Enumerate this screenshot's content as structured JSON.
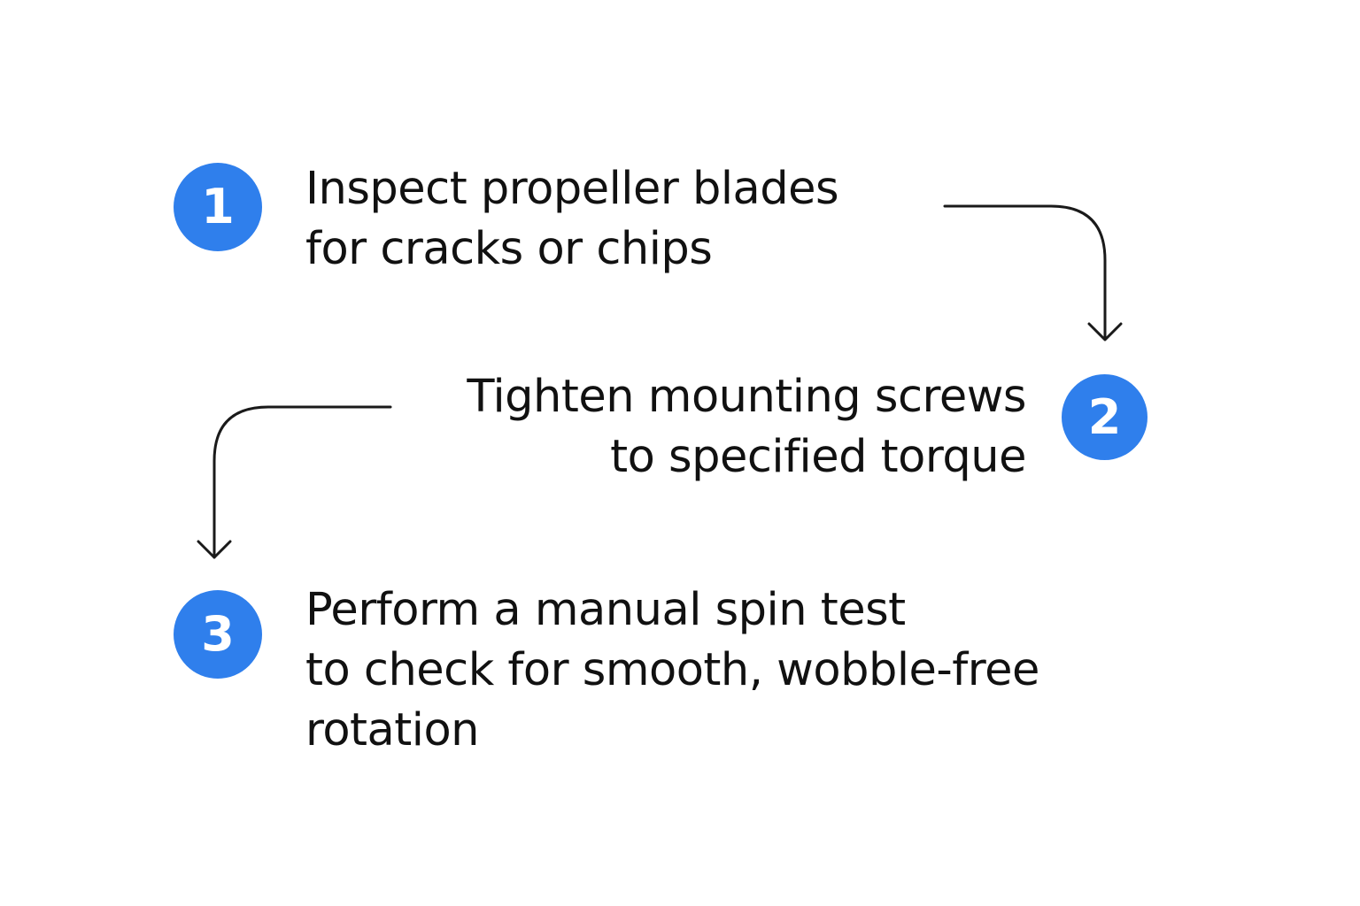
{
  "steps": [
    {
      "number": "1",
      "lines": [
        "Inspect propeller blades",
        "for cracks or chips"
      ]
    },
    {
      "number": "2",
      "lines": [
        "Tighten mounting screws",
        "to specified torque"
      ]
    },
    {
      "number": "3",
      "lines": [
        "Perform a manual spin test",
        "to check for smooth, wobble-free",
        "rotation"
      ]
    }
  ],
  "colors": {
    "badge": "#2f7fec",
    "badge_text": "#ffffff",
    "text": "#111111",
    "connector": "#1a1a1a"
  }
}
